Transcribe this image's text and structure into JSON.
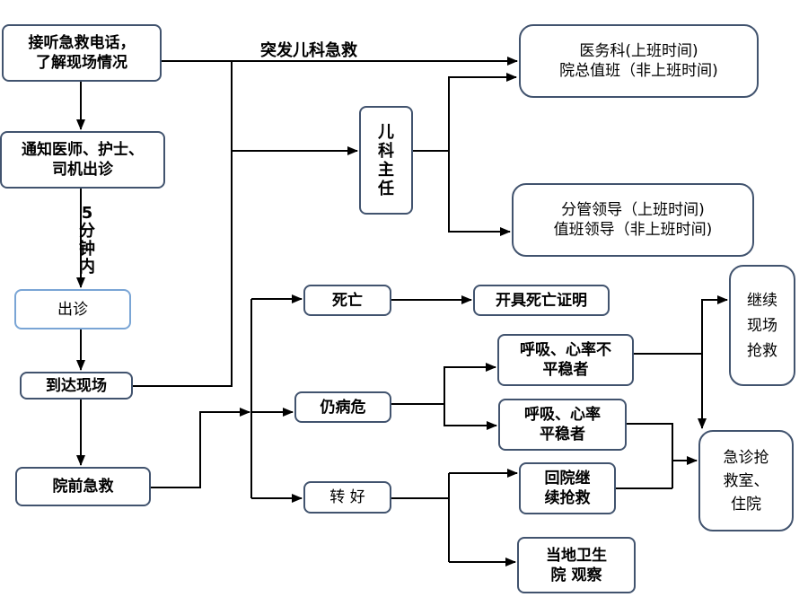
{
  "nodes": {
    "answer_call": {
      "line1": "接听急救电话，",
      "line2": "了解现场情况"
    },
    "notify": {
      "line1": "通知医师、护士、",
      "line2": "司机出诊"
    },
    "dispatch": {
      "line1": "出诊"
    },
    "arrive": {
      "line1": "到达现场"
    },
    "prehospital": {
      "line1": "院前急救"
    },
    "medical_affairs": {
      "line1": "医务科(上班时间)",
      "line2": "院总值班（非上班时间)"
    },
    "ped_director": {
      "line1": "儿科主任"
    },
    "leaders": {
      "line1": "分管领导（上班时间)",
      "line2": "值班领导（非上班时间)"
    },
    "death": {
      "line1": "死亡"
    },
    "death_cert": {
      "line1": "开具死亡证明"
    },
    "critical": {
      "line1": "仍病危"
    },
    "improved": {
      "line1": "转 好"
    },
    "unstable": {
      "line1": "呼吸、心率不",
      "line2": "平稳者"
    },
    "stable": {
      "line1": "呼吸、心率",
      "line2": "平稳者"
    },
    "continue_rescue": {
      "line1": "继续",
      "line2": "现场",
      "line3": "抢救"
    },
    "return_hosp": {
      "line1": "回院继",
      "line2": "续抢救"
    },
    "local_obs": {
      "line1": "当地卫生",
      "line2": "院 观察"
    },
    "er_admit": {
      "line1": "急诊抢",
      "line2": "救室、",
      "line3": "住院"
    }
  },
  "edge_labels": {
    "sudden_ped": "突发儿科急救",
    "five_min": [
      "5",
      "分",
      "钟",
      "内"
    ]
  },
  "colors": {
    "box_border": "#41536e",
    "light_border": "#7aa5d5",
    "line": "#000000"
  }
}
